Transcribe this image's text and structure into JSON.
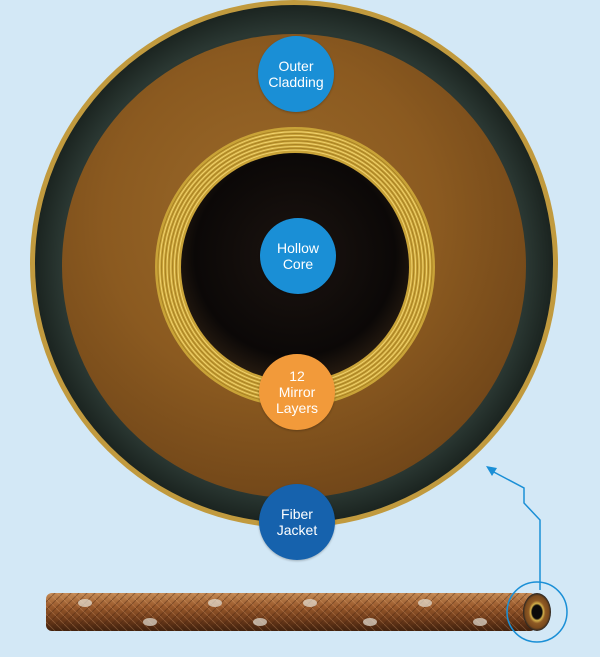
{
  "colors": {
    "background": "#d3e8f6",
    "badge_blue": "#1a8fd6",
    "badge_dark_blue": "#1662ad",
    "badge_orange": "#f29a3a",
    "arrow": "#1a8fd6",
    "outer_dark_ring": "#23302c",
    "copper": "#8a5a22",
    "gold_rings": "#d9b545",
    "core": "#0c0908"
  },
  "labels": {
    "outer_cladding": "Outer\nCladding",
    "hollow_core": "Hollow\nCore",
    "mirror_layers": "12\nMirror\nLayers",
    "fiber_jacket": "Fiber\nJacket"
  },
  "diagram": {
    "mirror_layer_count": 12
  }
}
